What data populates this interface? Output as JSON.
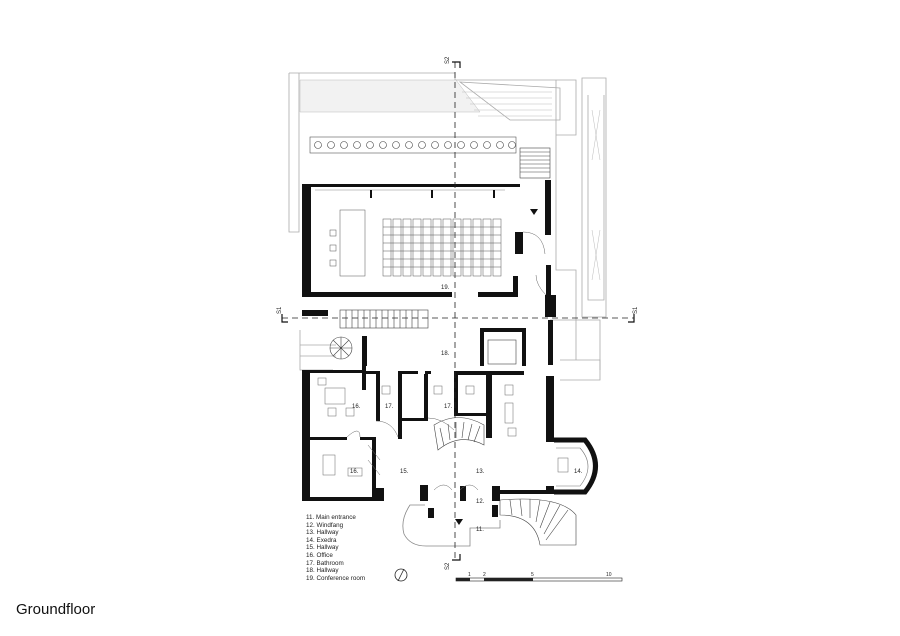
{
  "caption": "Groundfloor",
  "section_labels": {
    "s1": "S1",
    "s2": "S2"
  },
  "room_numbers": {
    "main_entrance": "11.",
    "windfang": "12.",
    "hallway_13": "13.",
    "exedra": "14.",
    "hallway_15": "15.",
    "office_left_upper": "16.",
    "office_left_lower": "16.",
    "bathroom_a": "17.",
    "bathroom_b": "17.",
    "hallway_18": "18.",
    "conference_room": "19."
  },
  "legend": [
    "11. Main entrance",
    "12. Windfang",
    "13. Hallway",
    "14. Exedra",
    "15. Hallway",
    "16. Office",
    "17. Bathroom",
    "18. Hallway",
    "19. Conference room"
  ],
  "scale_bar_labels": [
    "1",
    "2",
    "5",
    "10"
  ]
}
